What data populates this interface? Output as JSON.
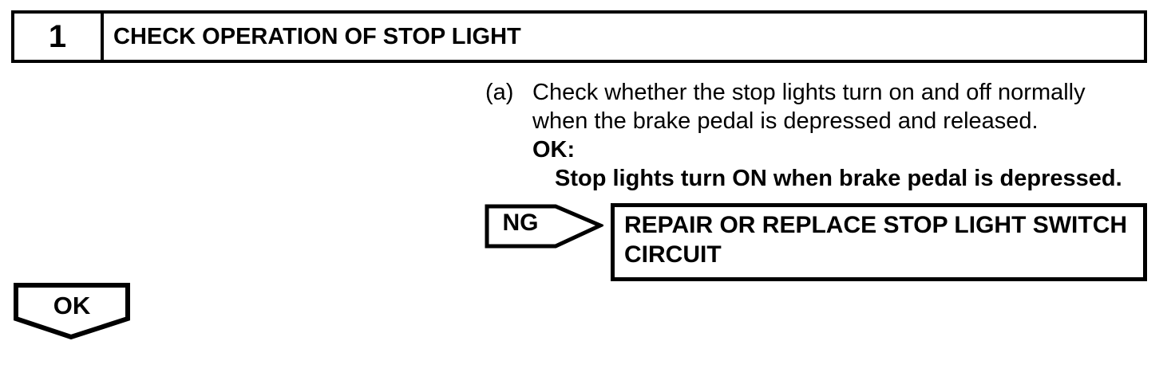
{
  "step": {
    "number": "1",
    "title": "CHECK OPERATION OF STOP LIGHT"
  },
  "instruction": {
    "marker": "(a)",
    "text_line1": "Check whether the stop lights turn on and off normally",
    "text_line2": "when the brake pedal is depressed and released.",
    "ok_heading": "OK:",
    "ok_condition": "Stop lights turn ON when brake pedal is depressed."
  },
  "ng_branch": {
    "label": "NG",
    "action_line1": "REPAIR OR REPLACE STOP LIGHT SWITCH",
    "action_line2": "CIRCUIT"
  },
  "ok_branch": {
    "label": "OK"
  },
  "colors": {
    "ink": "#000000",
    "paper": "#ffffff"
  }
}
